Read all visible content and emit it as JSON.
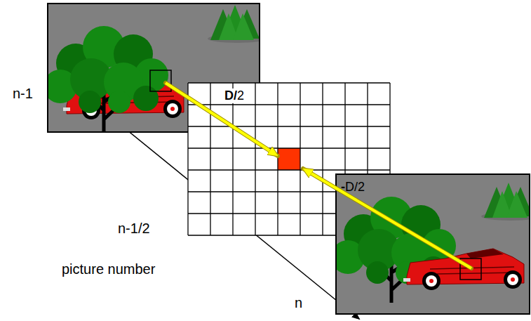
{
  "diagram": {
    "labels": [
      "D/2",
      "-D/2",
      "n-1",
      "n-1/2",
      "picture number",
      "n"
    ]
  }
}
